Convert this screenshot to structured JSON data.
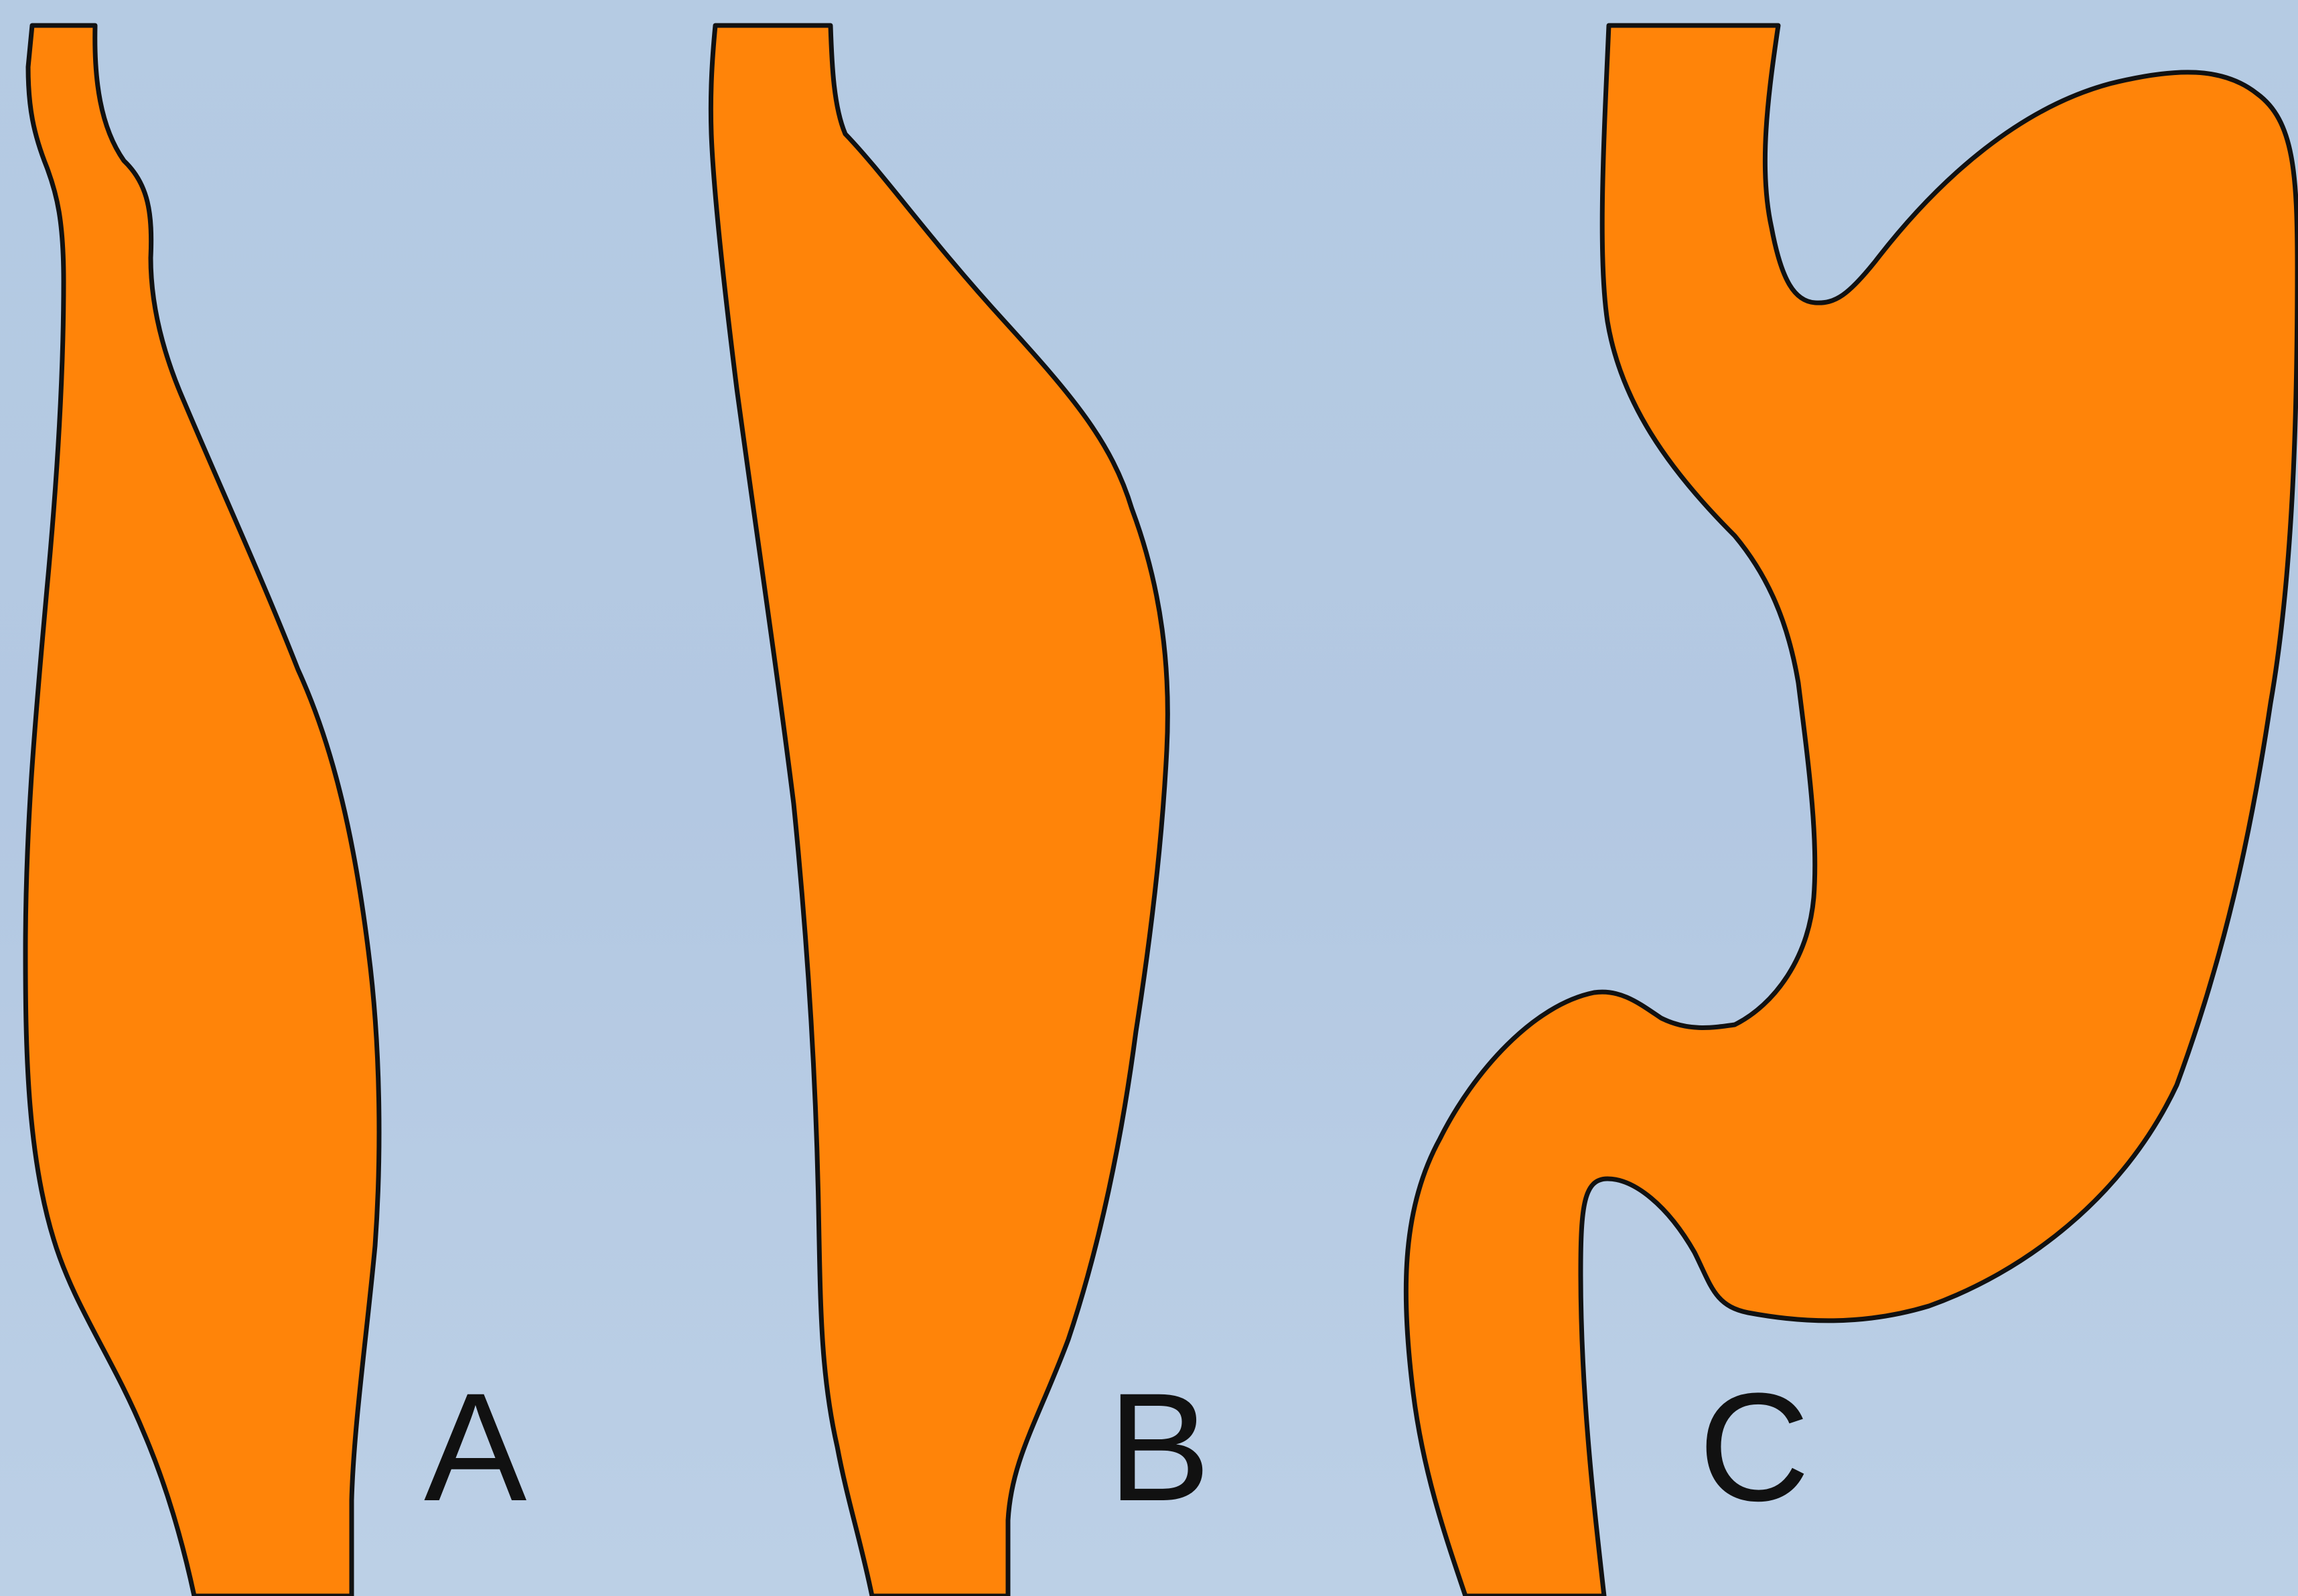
{
  "diagram": {
    "background_color": "#b5cbe3",
    "fill_color": "#ff8409",
    "outline_color": "#111111",
    "panels": [
      {
        "label": "A"
      },
      {
        "label": "B"
      },
      {
        "label": "C"
      }
    ]
  }
}
